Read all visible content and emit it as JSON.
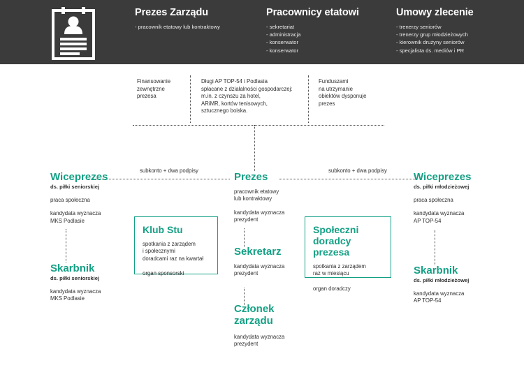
{
  "header": {
    "icon": "clipboard-person-icon",
    "columns": [
      {
        "title": "Prezes Zarządu",
        "items": [
          "- pracownik etatowy lub kontraktowy"
        ]
      },
      {
        "title": "Pracownicy etatowi",
        "items": [
          "- sekretariat",
          "- administracja",
          "- konserwator",
          "- konserwator"
        ]
      },
      {
        "title": "Umowy zlecenie",
        "items": [
          "- trenerzy seniorów",
          "- trenerzy grup młodzieżowych",
          "- kierownik drużyny seniorów",
          "- specjalista ds. mediów i PR"
        ]
      }
    ]
  },
  "finance": {
    "left": "Finansowanie\nzewnętrzne\nprezesa",
    "center": "Długi AP TOP-54 i Podlasia\nspłacane z działalności gospodarczej:\nm.in. z czynszu za hotel,\nARiMR, kortów tenisowych,\nsztucznego boiska.",
    "right": "Funduszami\nna utrzymanie\nobiektów dysponuje\nprezes"
  },
  "connectors": {
    "left_account_label": "subkonto + dwa podpisy",
    "right_account_label": "subkonto + dwa podpisy"
  },
  "nodes": {
    "wiceprezes_senior": {
      "title": "Wiceprezes",
      "subtitle": "ds. piłki seniorskiej",
      "note1": "praca społeczna",
      "note2": "kandydata wyznacza\nMKS Podlasie"
    },
    "skarbnik_senior": {
      "title": "Skarbnik",
      "subtitle": "ds. piłki seniorskiej",
      "note1": "kandydata wyznacza\nMKS Podlasie"
    },
    "prezes": {
      "title": "Prezes",
      "note1": "pracownik etatowy\nlub kontraktowy",
      "note2": "kandydata wyznacza\nprezydent"
    },
    "sekretarz": {
      "title": "Sekretarz",
      "note1": "kandydata wyznacza\nprezydent"
    },
    "czlonek_zarzadu": {
      "title": "Członek\nzarządu",
      "note1": "kandydata wyznacza\nprezydent"
    },
    "wiceprezes_mlodziez": {
      "title": "Wiceprezes",
      "subtitle": "ds. piłki młodzieżowej",
      "note1": "praca społeczna",
      "note2": "kandydata wyznacza\nAP TOP-54"
    },
    "skarbnik_mlodziez": {
      "title": "Skarbnik",
      "subtitle": "ds. piłki młodzieżowej",
      "note1": "kandydata wyznacza\nAP TOP-54"
    }
  },
  "boxes": {
    "klub_stu": {
      "title": "Klub Stu",
      "body": "spotkania z zarządem\ni społecznymi\ndoradcami raz na kwartał",
      "footer": "organ sponsorski"
    },
    "doradcy": {
      "title": "Społeczni\ndoradcy prezesa",
      "body": "spotkania z zarządem\nraz w miesiącu",
      "footer": "organ doradczy"
    }
  },
  "colors": {
    "teal": "#14a085",
    "header_bg": "#3b3b3b",
    "body_text": "#2f2f2f"
  }
}
